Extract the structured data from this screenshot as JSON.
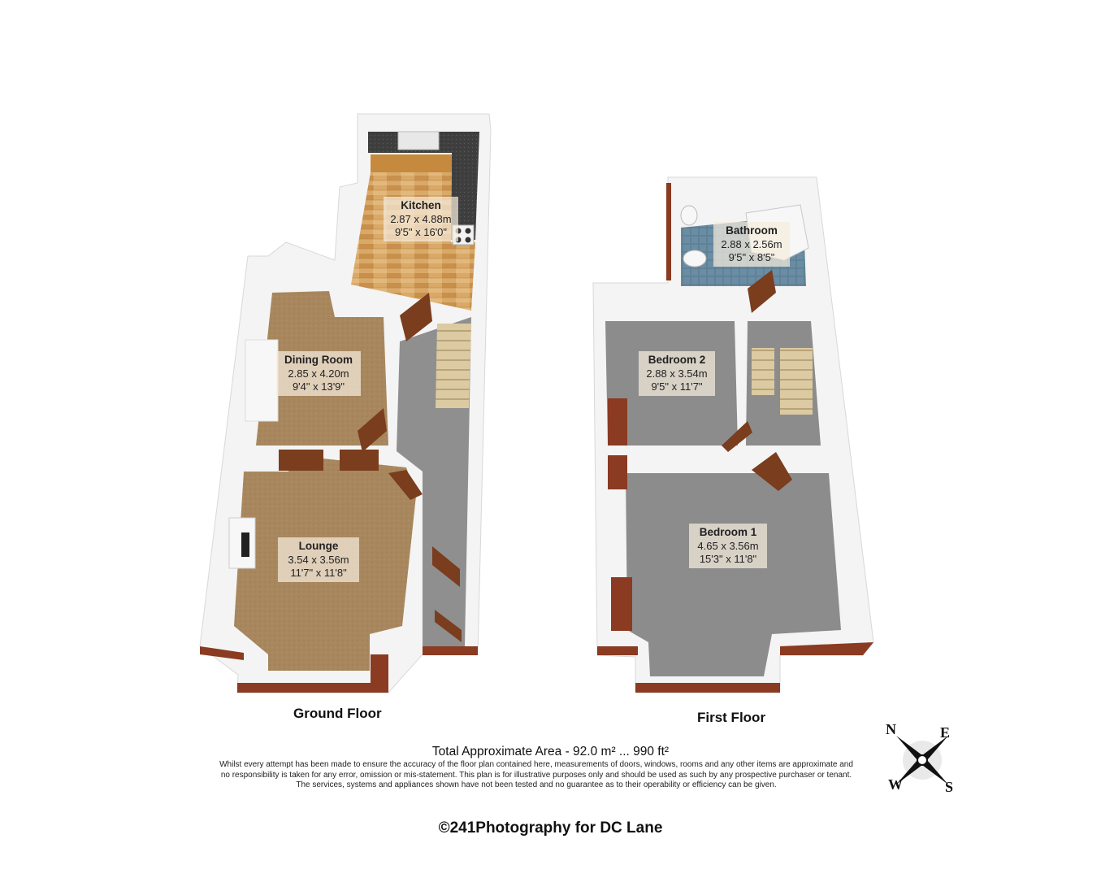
{
  "floors": {
    "ground": {
      "title": "Ground Floor"
    },
    "first": {
      "title": "First Floor"
    }
  },
  "rooms": {
    "kitchen": {
      "name": "Kitchen",
      "metric": "2.87 x 4.88m",
      "imperial": "9'5\" x 16'0\""
    },
    "dining": {
      "name": "Dining Room",
      "metric": "2.85 x 4.20m",
      "imperial": "9'4\" x 13'9\""
    },
    "lounge": {
      "name": "Lounge",
      "metric": "3.54 x 3.56m",
      "imperial": "11'7\" x 11'8\""
    },
    "bathroom": {
      "name": "Bathroom",
      "metric": "2.88 x 2.56m",
      "imperial": "9'5\" x 8'5\""
    },
    "bedroom2": {
      "name": "Bedroom 2",
      "metric": "2.88 x 3.54m",
      "imperial": "9'5\" x 11'7\""
    },
    "bedroom1": {
      "name": "Bedroom 1",
      "metric": "4.65 x 3.56m",
      "imperial": "15'3\" x 11'8\""
    }
  },
  "area": "Total Approximate Area - 92.0 m² ... 990 ft²",
  "disclaimer": {
    "line1": "Whilst every attempt has been made to ensure the accuracy of the floor plan contained here, measurements of doors, windows, rooms and any other items are approximate and",
    "line2": "no responsibility is taken for any error, omission or mis-statement.  This plan is for illustrative purposes only and should be used as such by any prospective purchaser or tenant.",
    "line3": "The services, systems and appliances shown have not been tested and no guarantee as to their operability or efficiency can be given."
  },
  "credit": "©241Photography for DC Lane",
  "compass": {
    "n": "N",
    "e": "E",
    "s": "S",
    "w": "W",
    "icon": "compass-rose-icon"
  },
  "colors": {
    "wall": "#f4f4f4",
    "wall_shade": "#dcdcdc",
    "brick": "#8a3b22",
    "carpet_brown": "#a8875e",
    "carpet_grey": "#8c8c8c",
    "wood_floor": "#d9a968",
    "worktop": "#3d3d3d",
    "bath_tile": "#5d7f96",
    "stairs": "#d9c7a0",
    "door": "#7a3d1e"
  }
}
